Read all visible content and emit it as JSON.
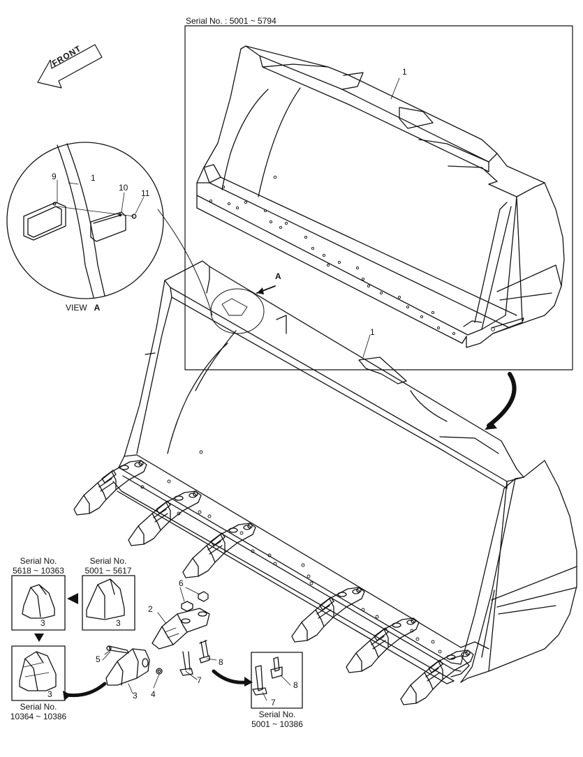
{
  "header": {
    "serial_top": "Serial No. : 5001 ~ 5794"
  },
  "front_arrow": {
    "label": "FRONT"
  },
  "view_a": {
    "label_view": "VIEW",
    "label_letter": "A"
  },
  "detail_marker": {
    "letter": "A"
  },
  "callouts": {
    "c1_detail": "1",
    "c9": "9",
    "c10": "10",
    "c11": "11",
    "c1_top": "1",
    "c1_main": "1",
    "c2": "2",
    "c3_a": "3",
    "c3_b": "3",
    "c3_c": "3",
    "c3_d": "3",
    "c4": "4",
    "c5": "5",
    "c6": "6",
    "c7_a": "7",
    "c7_b": "7",
    "c8_a": "8",
    "c8_b": "8"
  },
  "serial_boxes": {
    "left_top_l1": "Serial No.",
    "left_top_l2": "5618 ~ 10363",
    "right_top_l1": "Serial No.",
    "right_top_l2": "5001 ~ 5617",
    "left_bottom_l1": "Serial No.",
    "left_bottom_l2": "10364 ~ 10386",
    "bolt_box_l1": "Serial No.",
    "bolt_box_l2": "5001 ~ 10386"
  }
}
